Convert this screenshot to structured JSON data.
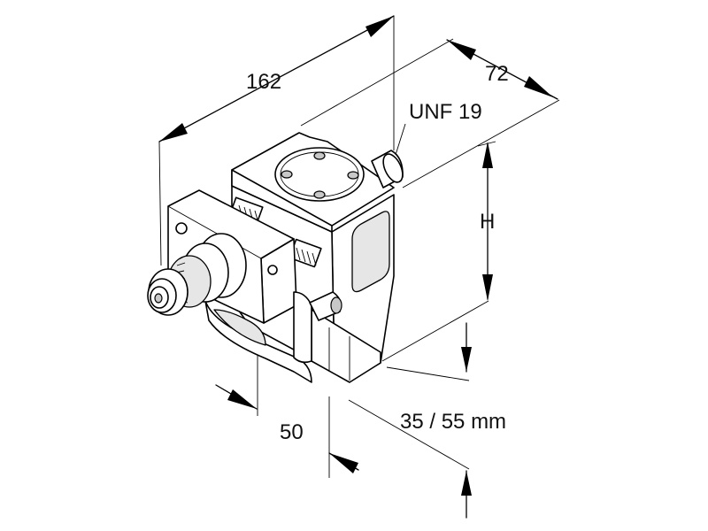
{
  "dimensions": {
    "length": "162",
    "width": "72",
    "thread": "UNF 19",
    "height": "H",
    "offset": "50",
    "shank": "35 / 55 mm"
  }
}
